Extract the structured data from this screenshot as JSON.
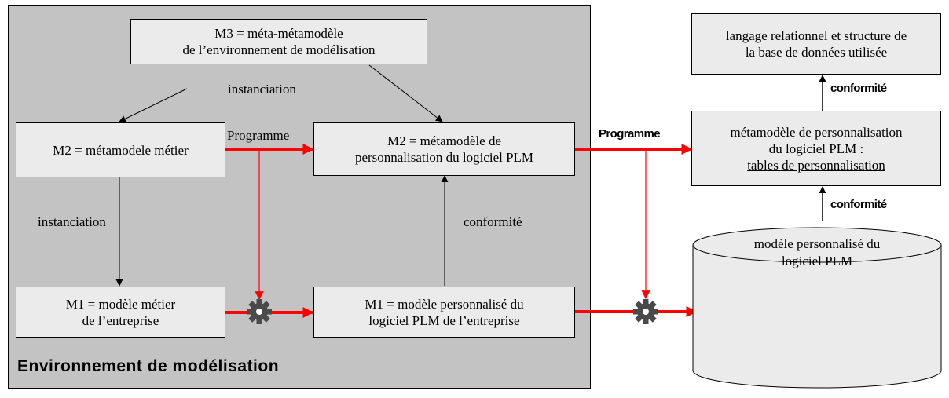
{
  "boxes": {
    "m3": {
      "line1": "M3 = méta-métamodèle",
      "line2": "de l’environnement de modélisation"
    },
    "m2_metier": {
      "line1": "M2 = métamodele métier"
    },
    "m2_perso": {
      "line1": "M2 = métamodèle de",
      "line2": "personnalisation du logiciel PLM"
    },
    "m1_metier": {
      "line1": "M1 = modèle métier",
      "line2": "de l’entreprise"
    },
    "m1_perso": {
      "line1": "M1 = modèle personnalisé du",
      "line2": "logiciel PLM de l’entreprise"
    },
    "lang": {
      "line1": "langage relationnel et structure de",
      "line2": "la base de données utilisée"
    },
    "meta_perso": {
      "line1": "métamodèle de personnalisation",
      "line2": "du logiciel PLM :",
      "line3": "tables de personnalisation"
    }
  },
  "database": {
    "line1": "modèle personnalisé du",
    "line2": "logiciel PLM"
  },
  "labels": {
    "instanciation_top": "instanciation",
    "instanciation_left": "instanciation",
    "programme_inner": "Programme",
    "programme_outer": "Programme",
    "conformite_inner": "conformité",
    "conformite_top": "conformité",
    "conformite_bottom": "conformité"
  },
  "environment_title": "Environnement de modélisation",
  "colors": {
    "panel": "#c3c3c3",
    "box_fill": "#ebebeb",
    "arrow_red": "#ff0000",
    "gear": "#4a4a4a"
  },
  "icons": [
    "gear-icon",
    "gear-icon"
  ]
}
